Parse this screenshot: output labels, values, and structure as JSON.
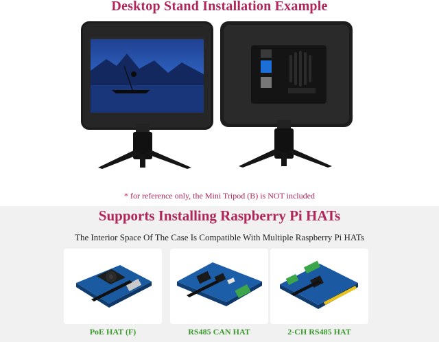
{
  "header": {
    "title": "Desktop Stand Installation Example"
  },
  "note": "* for reference only, the Mini Tripod (B) is NOT included",
  "section": {
    "title": "Supports Installing Raspberry Pi HATs",
    "subtitle": "The Interior Space Of The Case Is Compatible With Multiple Raspberry Pi HATs"
  },
  "hats": [
    {
      "label": "PoE HAT (F)"
    },
    {
      "label": "RS485 CAN HAT"
    },
    {
      "label": "2-CH RS485 HAT"
    }
  ],
  "colors": {
    "accent": "#b0265a",
    "caption": "#3b9a2c"
  }
}
